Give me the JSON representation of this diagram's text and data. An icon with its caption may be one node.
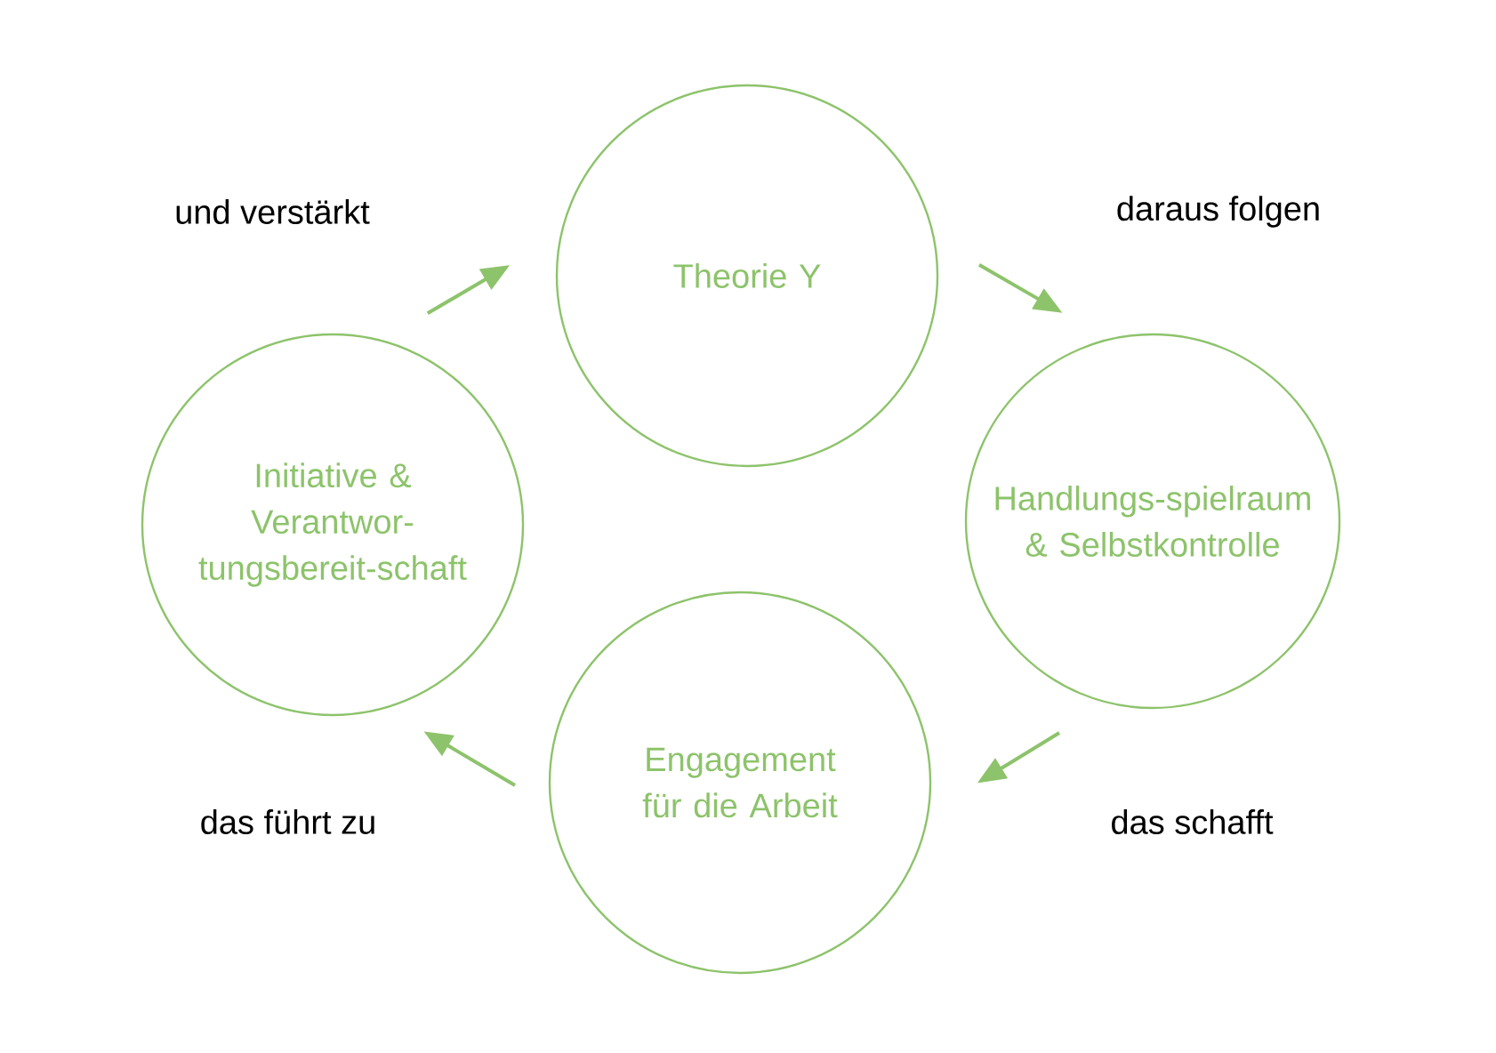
{
  "diagram": {
    "nodes": [
      {
        "text": [
          "Theorie Y"
        ]
      },
      {
        "text": [
          "Handlungs-spielraum & Selbstkontrolle"
        ]
      },
      {
        "text": [
          "Engagement für die Arbeit"
        ]
      },
      {
        "text": [
          "Initiative & Verantwor-tungsbereit-schaft"
        ]
      }
    ],
    "edges": [
      {
        "from": 0,
        "to": 1,
        "arrow": "to",
        "label": "daraus folgen"
      },
      {
        "from": 1,
        "to": 2,
        "arrow": "to",
        "label": "das schafft"
      },
      {
        "from": 2,
        "to": 3,
        "arrow": "to",
        "label": "das führt zu"
      },
      {
        "from": 3,
        "to": 0,
        "arrow": "to",
        "label": "und verstärkt"
      }
    ]
  }
}
